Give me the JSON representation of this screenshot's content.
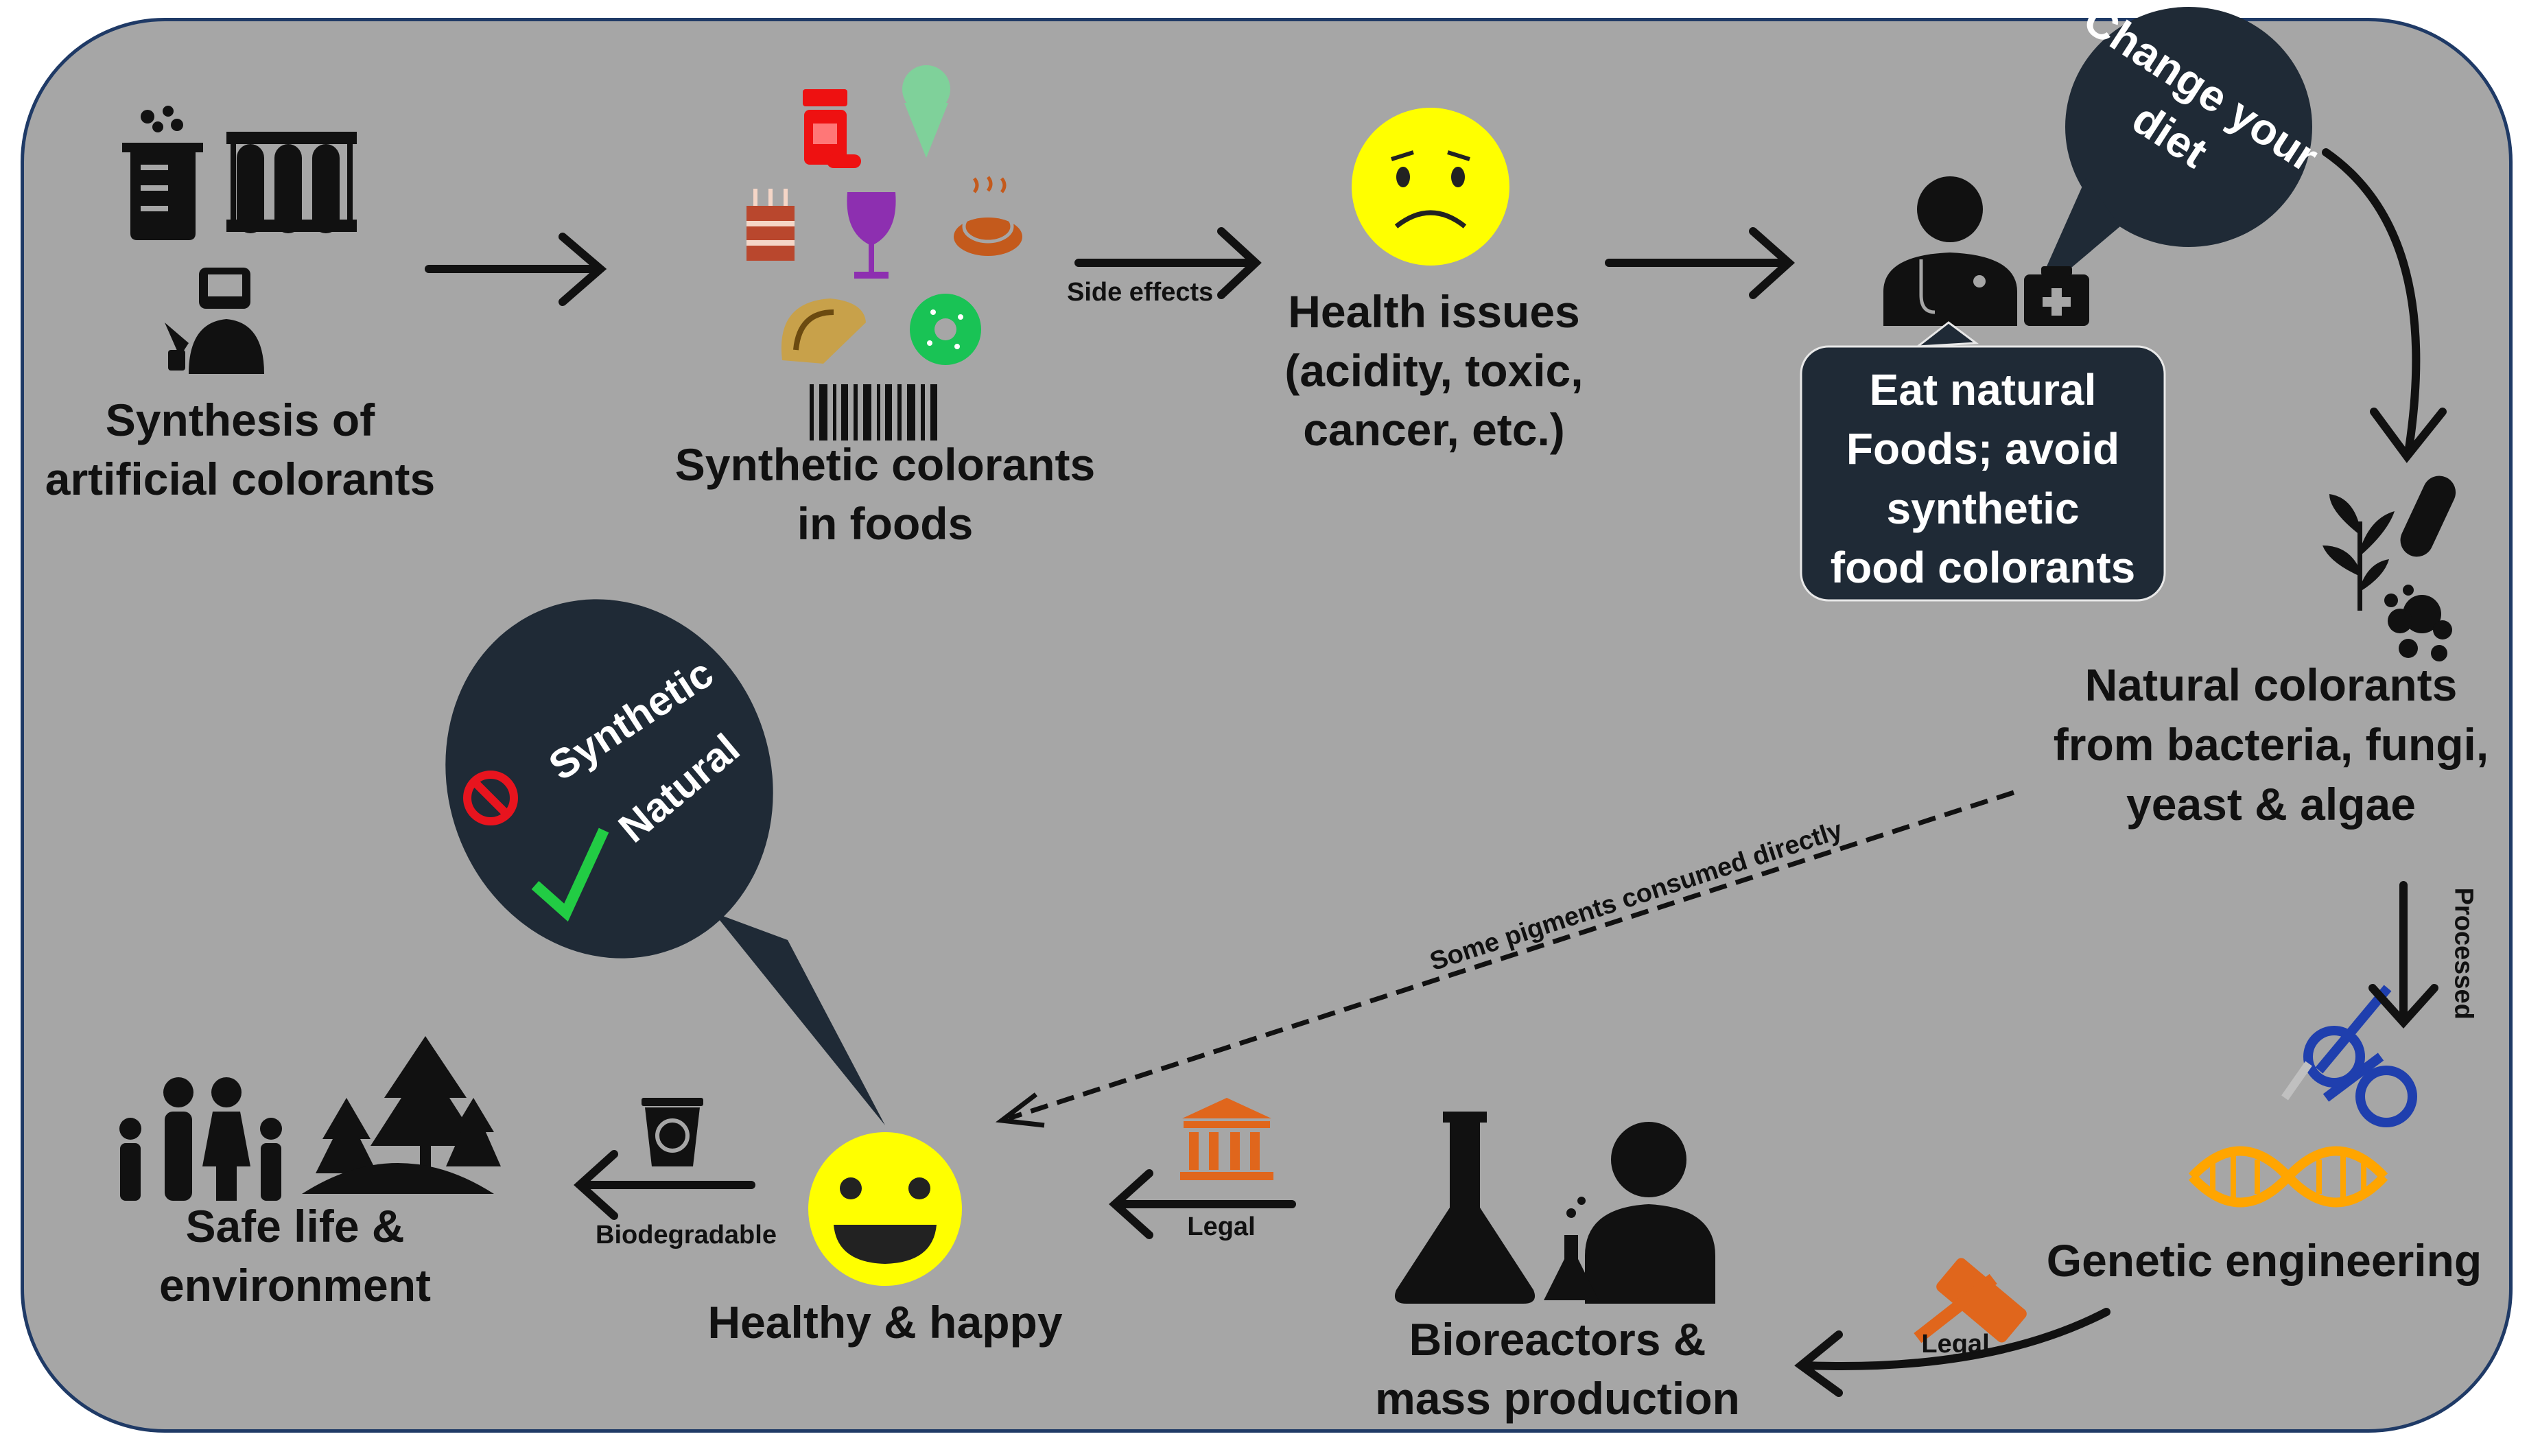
{
  "steps": {
    "synthesis": "Synthesis of\nartificial colorants",
    "synthetic_foods": "Synthetic colorants\nin foods",
    "health_issues": "Health issues\n(acidity, toxic,\ncancer, etc.)",
    "natural_colorants": "Natural colorants\nfrom bacteria, fungi,\nyeast & algae",
    "genetic_engineering": "Genetic engineering",
    "bioreactors": "Bioreactors &\nmass production",
    "healthy_happy": "Healthy & happy",
    "safe_life": "Safe life &\nenvironment"
  },
  "edges": {
    "side_effects": "Side effects",
    "processed": "Processed",
    "legal_1": "Legal",
    "legal_2": "Legal",
    "biodegradable": "Biodegradable",
    "consumed_directly": "Some pigments consumed directly"
  },
  "bubbles": {
    "change_diet": "Change your\ndiet",
    "eat_natural": "Eat natural\nFoods; avoid\nsynthetic\nfood colorants",
    "synthetic": "Synthetic",
    "natural": "Natural"
  },
  "colors": {
    "panel": "#a6a6a6",
    "border": "#1f3a66",
    "bubble": "#1f2a36",
    "face": "#ffff00",
    "legal_orange": "#e0661c",
    "check_green": "#22cc44",
    "no_red": "#e8141e"
  },
  "icons": [
    "beaker-icon",
    "test-tubes-icon",
    "scientist-icon",
    "pill-bottle-icon",
    "ice-cream-icon",
    "cake-icon",
    "wine-glass-icon",
    "pasta-icon",
    "taco-icon",
    "donut-icon",
    "barcode-icon",
    "worried-face-icon",
    "doctor-icon",
    "medical-bag-icon",
    "plant-icon",
    "bacteria-icon",
    "cells-icon",
    "scissors-icon",
    "dna-icon",
    "gavel-icon",
    "flask-icon",
    "chemist-icon",
    "courthouse-icon",
    "recycle-bin-icon",
    "family-icon",
    "trees-icon",
    "smiley-face-icon",
    "no-icon",
    "check-icon"
  ]
}
